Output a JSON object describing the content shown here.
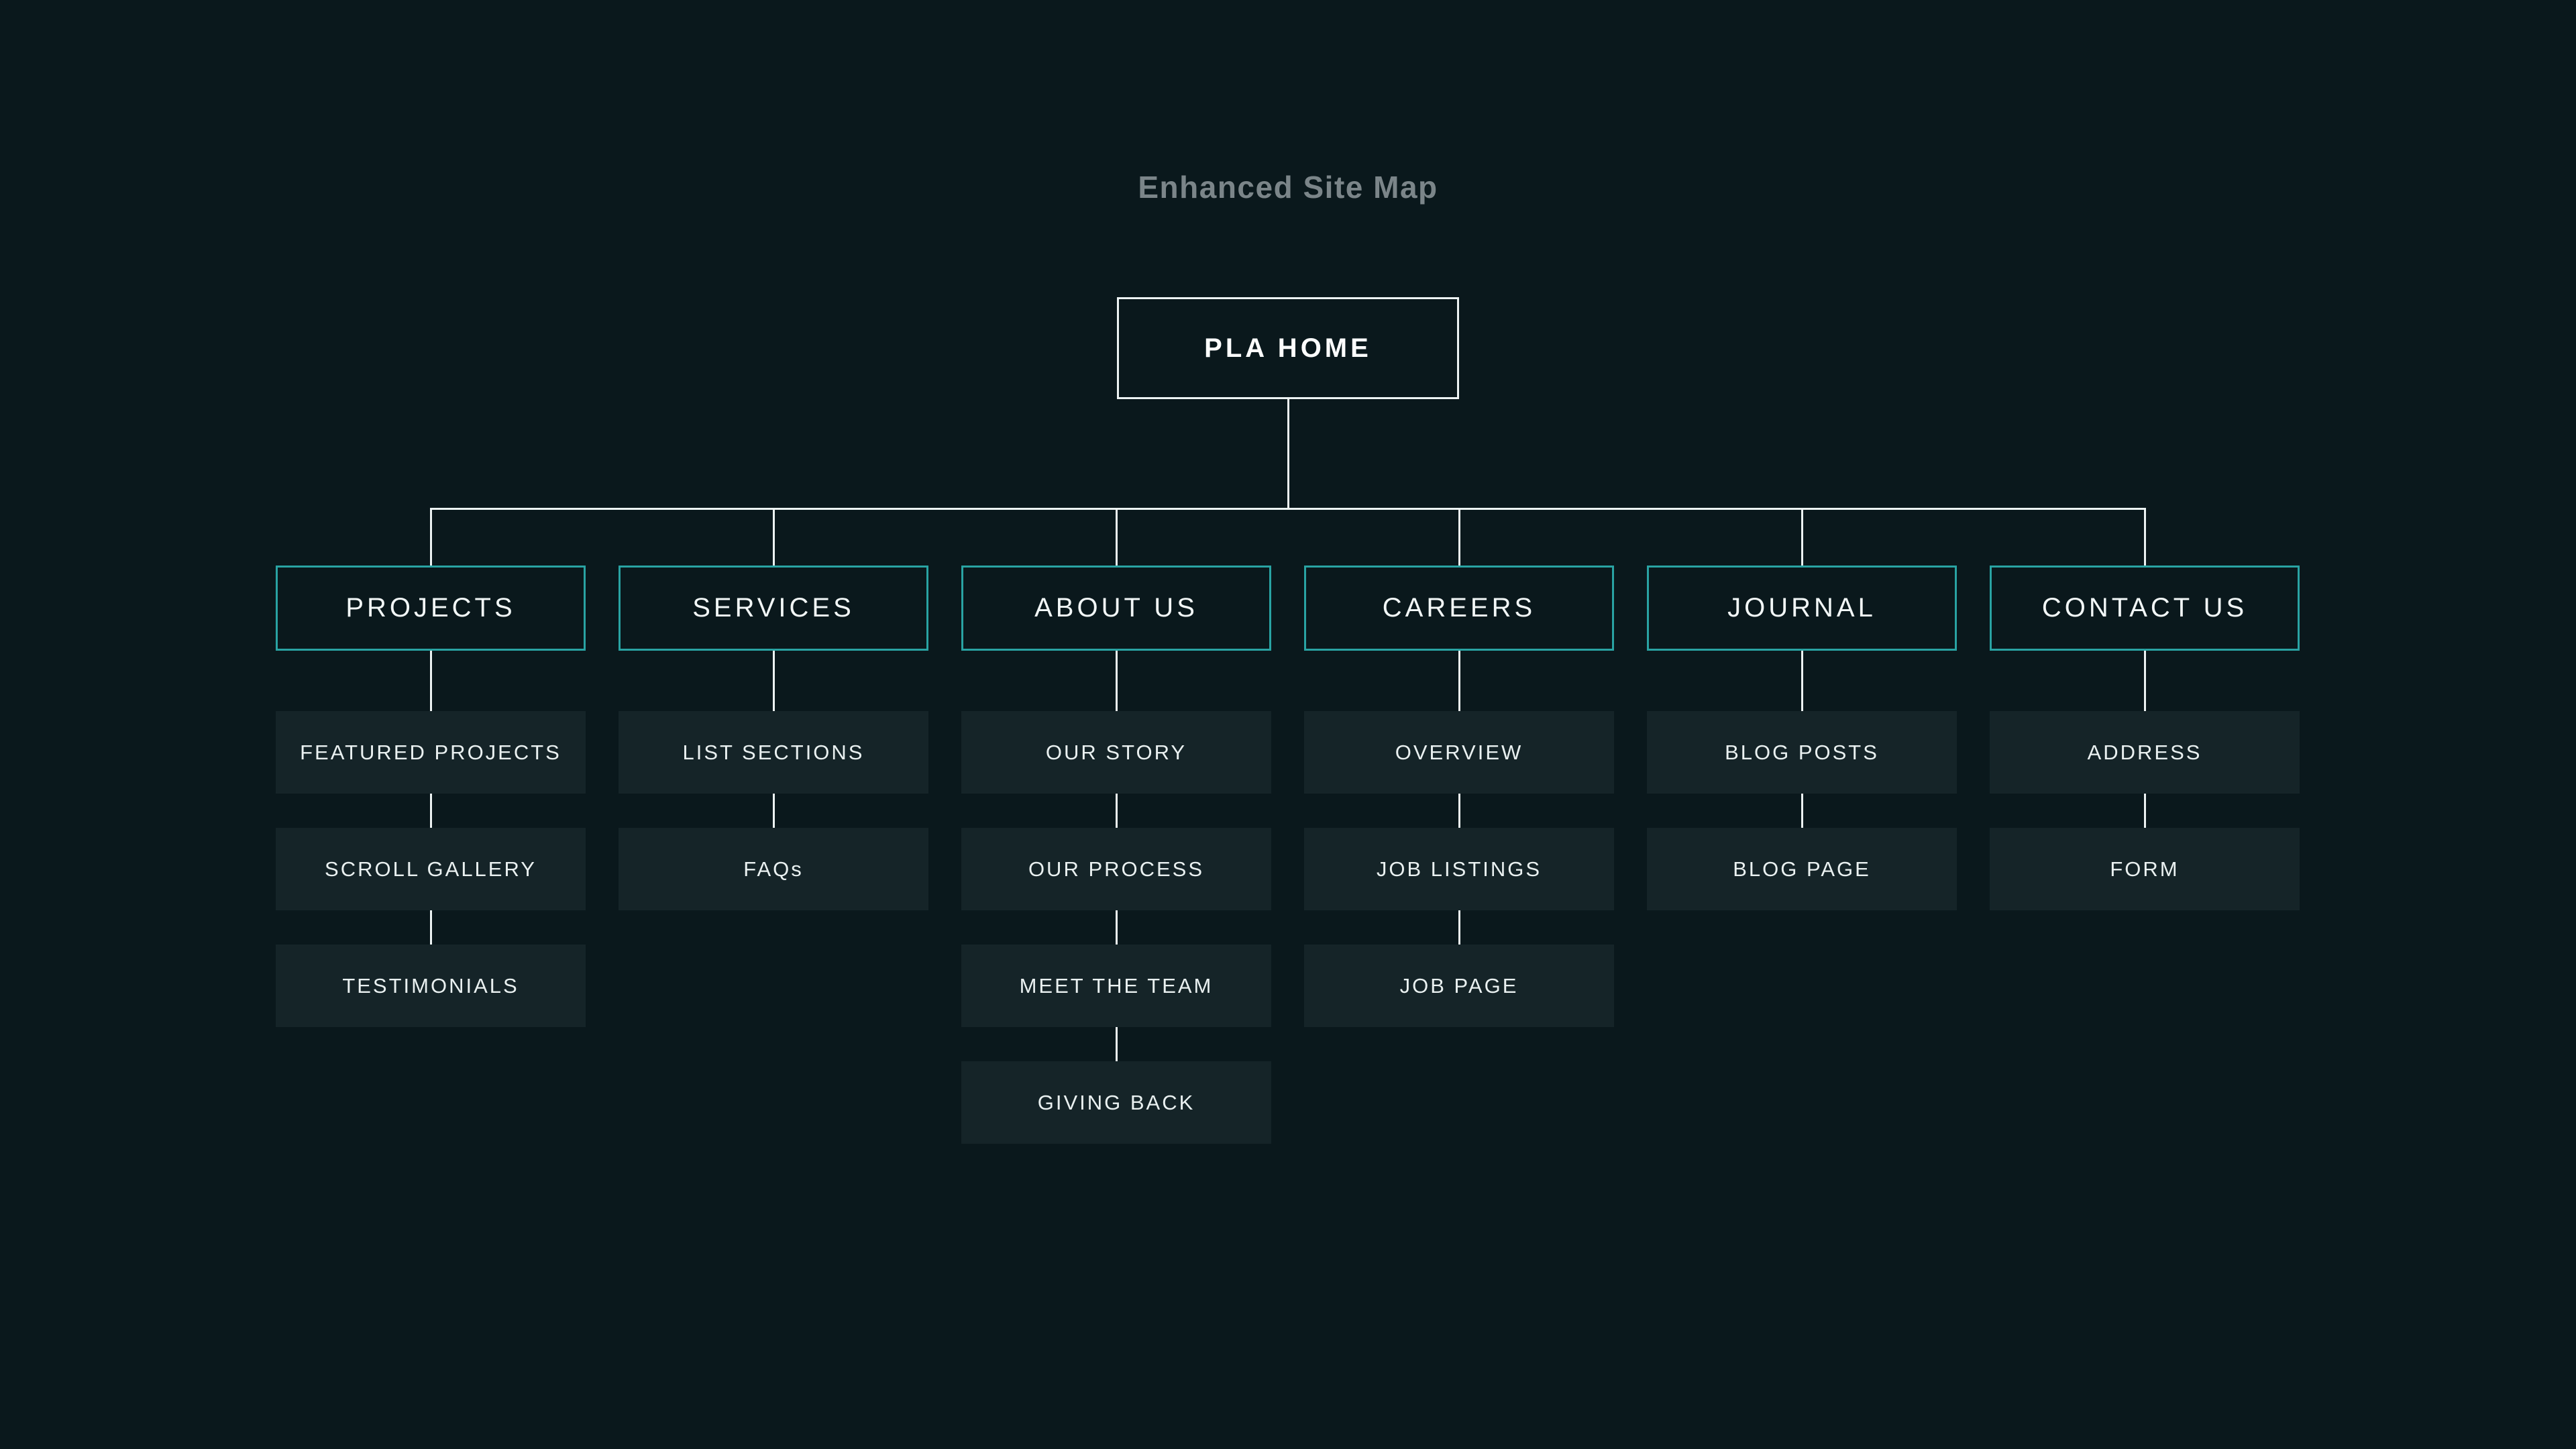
{
  "title": "Enhanced Site Map",
  "root": {
    "label": "PLA HOME"
  },
  "colors": {
    "background": "#0a181c",
    "child_node_fill": "#152428",
    "branch_border_teal": "#29a3a3",
    "root_border": "#edf3f3",
    "connector": "#edf3f3",
    "title_text": "#7b8589",
    "node_text": "#f2f7f7"
  },
  "sections": [
    {
      "title": "PROJECTS",
      "children": [
        "FEATURED PROJECTS",
        "SCROLL GALLERY",
        "TESTIMONIALS"
      ]
    },
    {
      "title": "SERVICES",
      "children": [
        "LIST SECTIONS",
        "FAQs"
      ]
    },
    {
      "title": "ABOUT US",
      "children": [
        "OUR STORY",
        "OUR PROCESS",
        "MEET THE TEAM",
        "GIVING BACK"
      ]
    },
    {
      "title": "CAREERS",
      "children": [
        "OVERVIEW",
        "JOB LISTINGS",
        "JOB PAGE"
      ]
    },
    {
      "title": "JOURNAL",
      "children": [
        "BLOG POSTS",
        "BLOG PAGE"
      ]
    },
    {
      "title": "CONTACT US",
      "children": [
        "ADDRESS",
        "FORM"
      ]
    }
  ]
}
